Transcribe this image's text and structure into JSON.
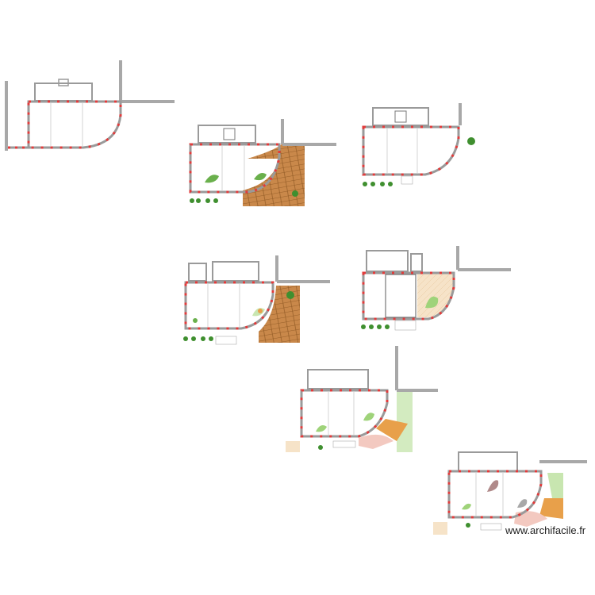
{
  "app": {
    "watermark": "www.archifacile.fr"
  },
  "colors": {
    "wall": "#9a9a9a",
    "wall_dash": "#e23b3b",
    "room_line": "#c9c9c9",
    "terrace_wood": "#c9884a",
    "plant_green": "#6ab04c",
    "lawn_green": "#c8e6b0",
    "sand": "#f6e3c8",
    "orange_zone": "#e8a04a",
    "pink_zone": "#f3c9c0",
    "mauve_blob": "#b08a8a"
  },
  "plans": [
    {
      "id": "plan-1",
      "heading": "",
      "features": [
        "walls",
        "road"
      ]
    },
    {
      "id": "plan-2",
      "heading": "",
      "features": [
        "walls",
        "road",
        "terrace",
        "plants"
      ]
    },
    {
      "id": "plan-3",
      "heading": "",
      "features": [
        "walls",
        "road",
        "plants"
      ]
    },
    {
      "id": "plan-4",
      "heading": "",
      "features": [
        "walls",
        "road",
        "terrace",
        "plants"
      ]
    },
    {
      "id": "plan-5",
      "heading": "",
      "features": [
        "walls",
        "road",
        "lawn",
        "plants"
      ]
    },
    {
      "id": "plan-6",
      "heading": "",
      "features": [
        "walls",
        "road",
        "garden-zones",
        "plants"
      ]
    },
    {
      "id": "plan-7",
      "heading": "",
      "features": [
        "walls",
        "road",
        "garden-zones",
        "plants",
        "furniture"
      ]
    }
  ]
}
